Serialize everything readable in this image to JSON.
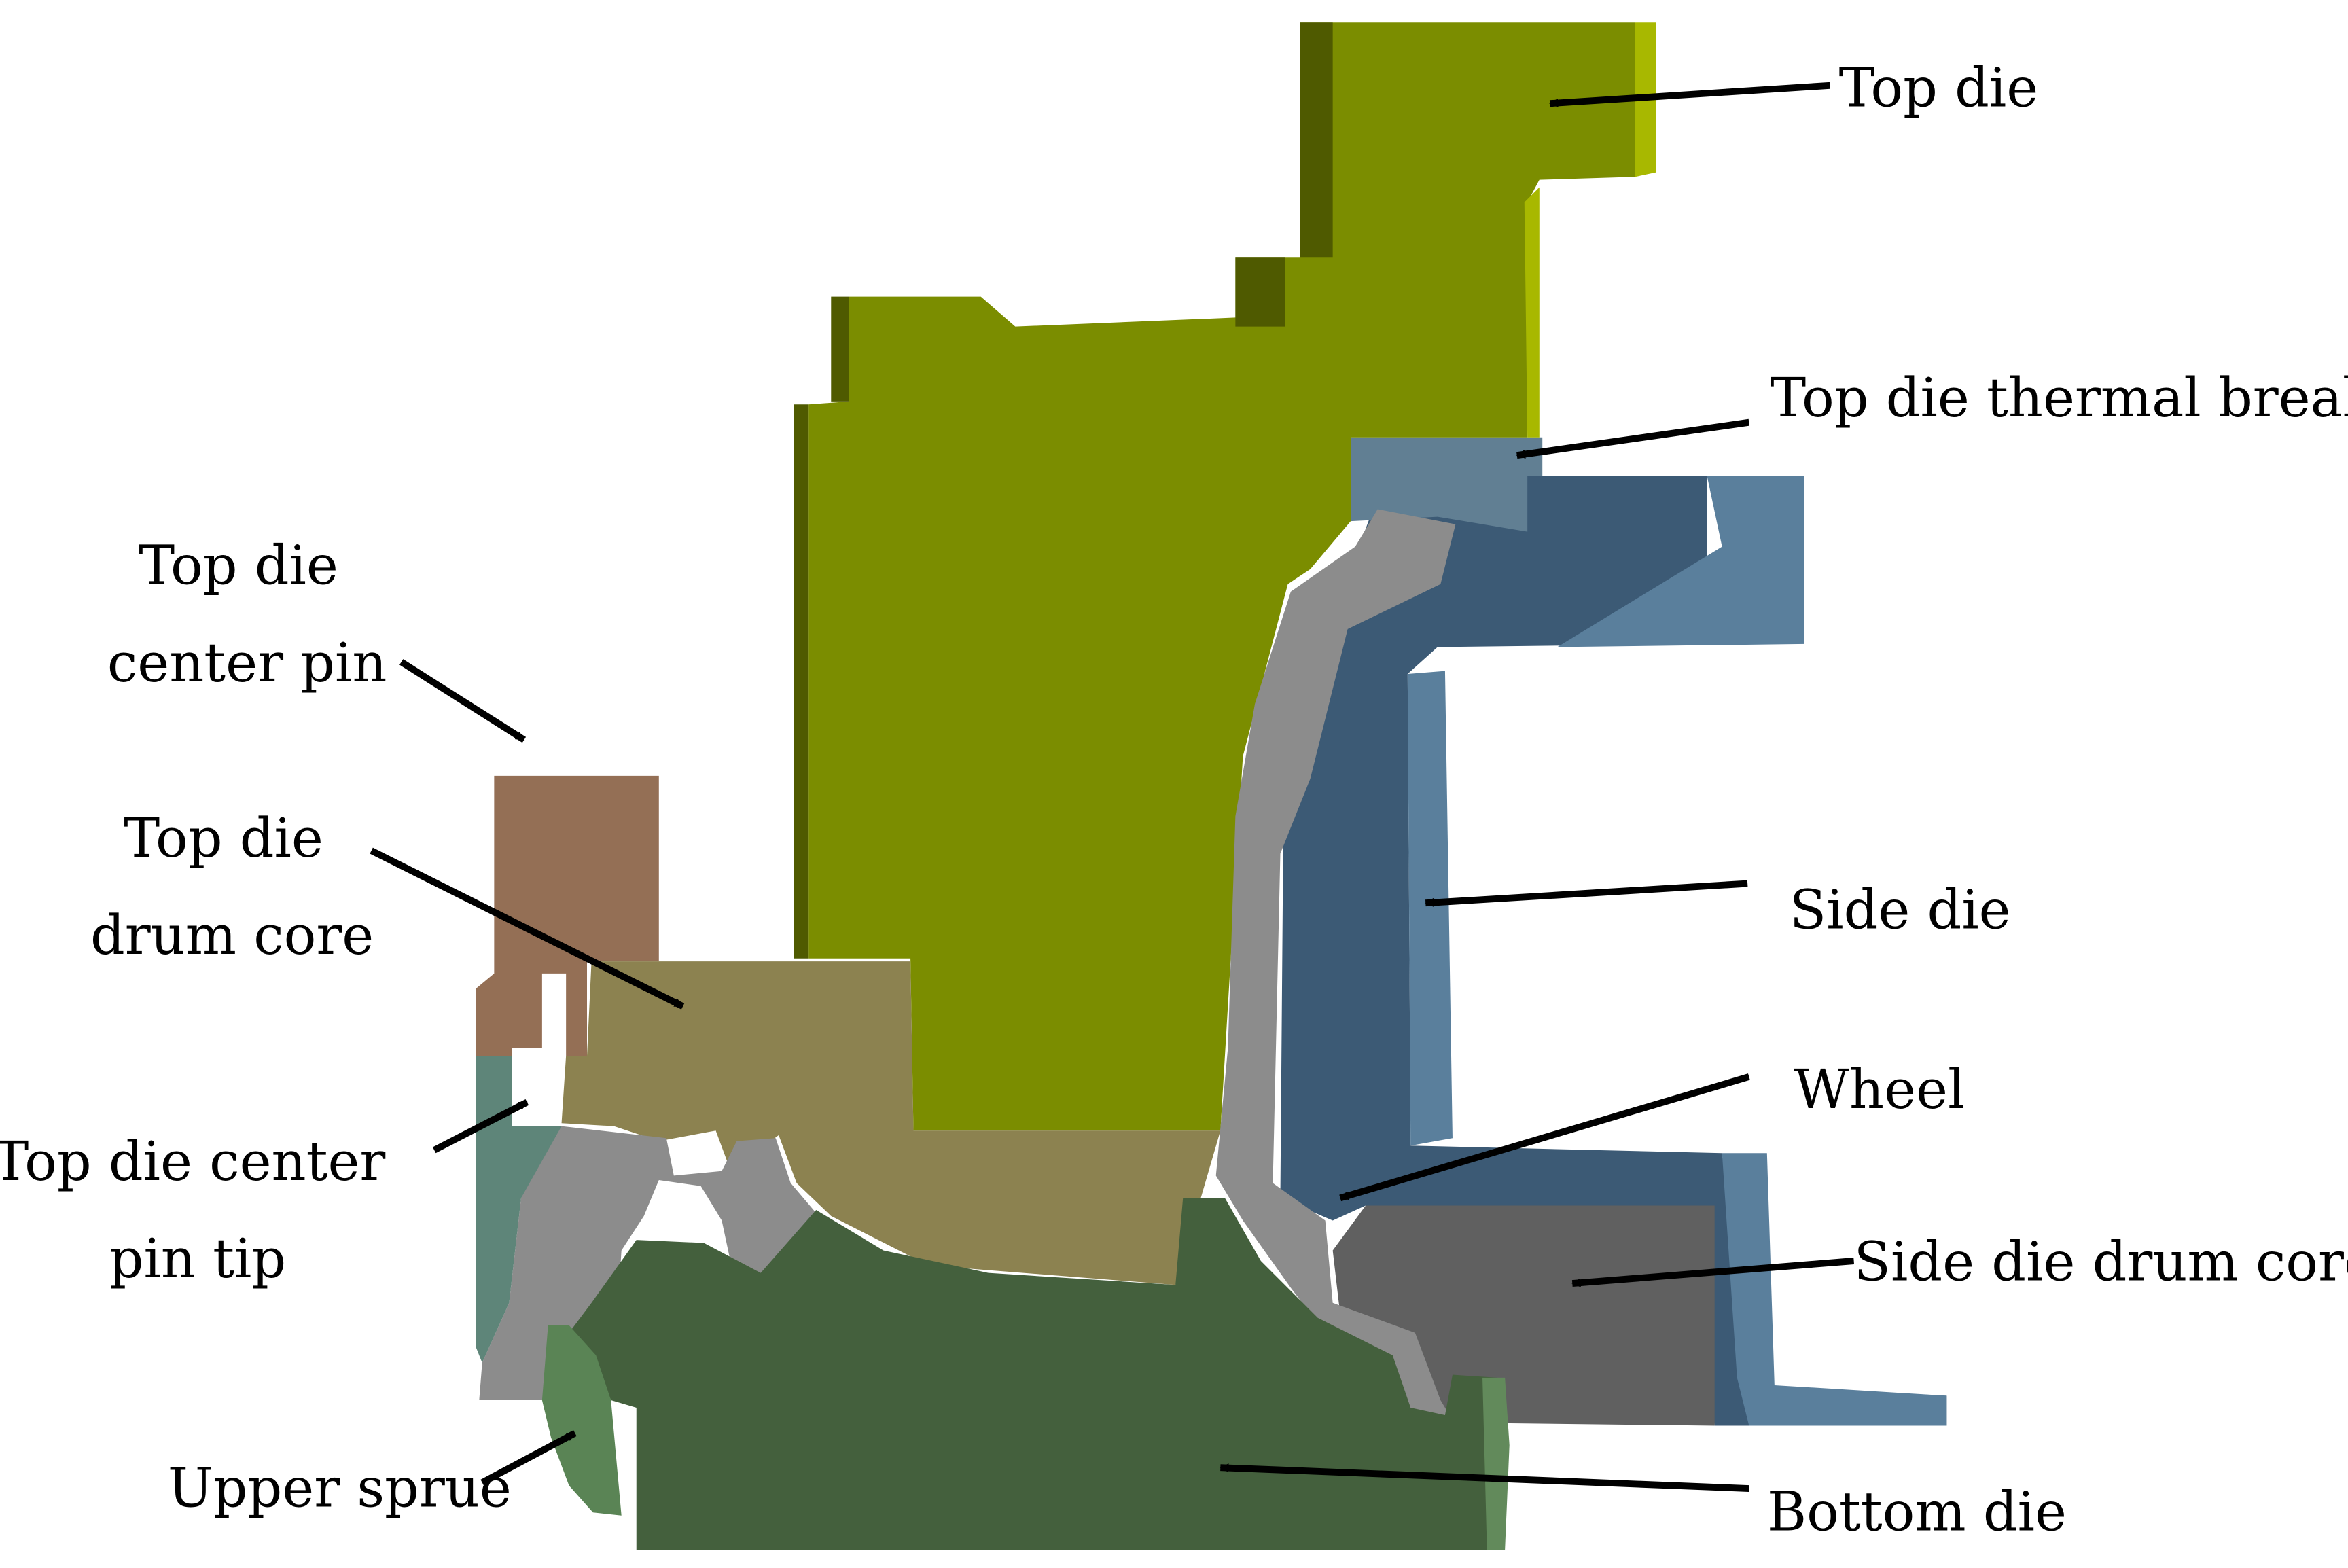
{
  "colors": {
    "top_die": "#7b8d00",
    "top_die_shadow": "#4f5a00",
    "top_die_edge": "#a8b800",
    "thermal_break": "#617f93",
    "side_die": "#3c5a75",
    "side_die_light": "#5a7f9c",
    "wheel": "#8c8c8c",
    "drum_core": "#8c8250",
    "center_pin": "#946f55",
    "center_pin_tip": "#5e8579",
    "bottom_die": "#44603d",
    "bottom_die_light": "#628a5b",
    "side_die_drum_core": "#606060",
    "upper_sprue": "#5a8455"
  },
  "labels": {
    "top_die": [
      "Top die"
    ],
    "top_die_thermal_break": [
      "Top die thermal break"
    ],
    "top_die_center_pin": [
      "Top die",
      "center pin"
    ],
    "top_die_drum_core": [
      "Top die",
      "drum core"
    ],
    "side_die": [
      "Side die"
    ],
    "wheel": [
      "Wheel"
    ],
    "top_die_center_pin_tip": [
      "Top die center",
      "pin tip"
    ],
    "side_die_drum_core": [
      "Side die drum core"
    ],
    "upper_sprue": [
      "Upper sprue"
    ],
    "bottom_die": [
      "Bottom die"
    ]
  }
}
